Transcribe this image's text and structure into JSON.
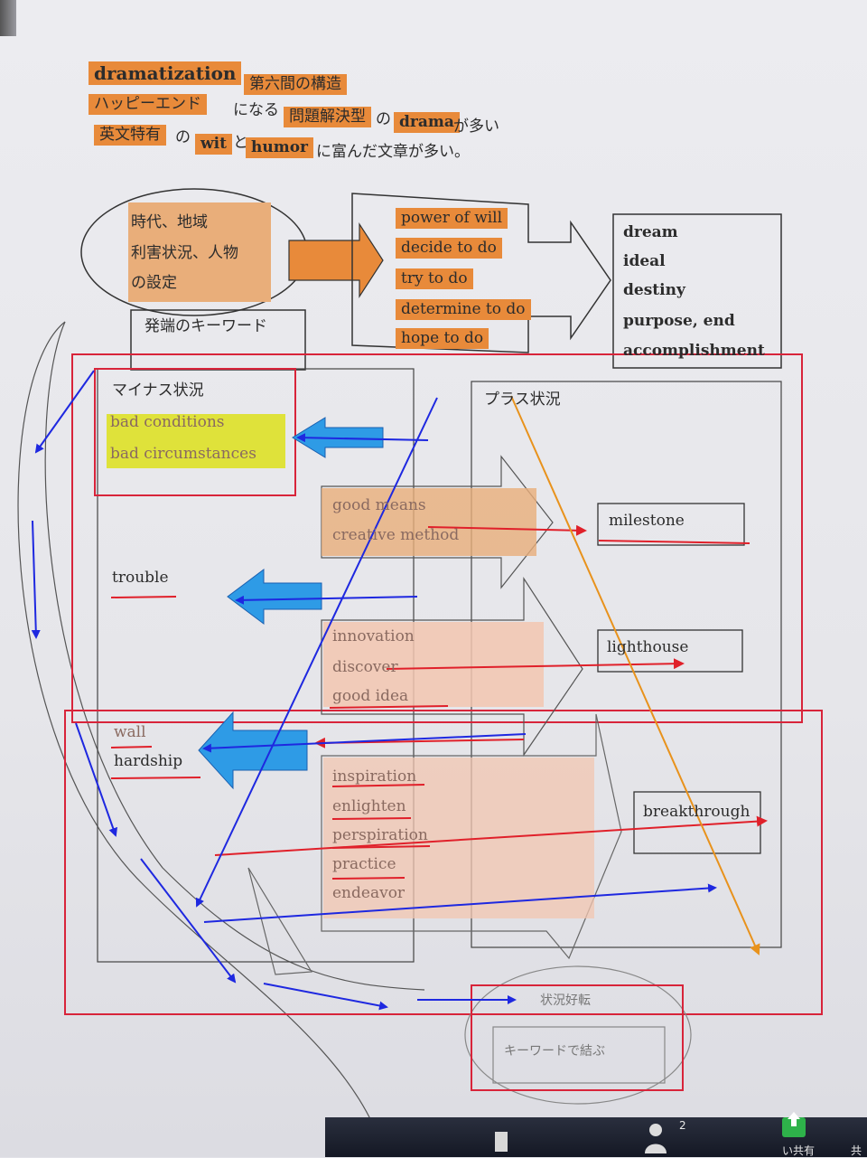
{
  "header": {
    "line1_a": "dramatization",
    "line1_b": "第六間の構造",
    "line2_a": "ハッピーエンド",
    "line2_b": "になる",
    "line2_c": "問題解決型",
    "line2_d": "の",
    "line2_e": "drama",
    "line2_f": "が多い",
    "line3_a": "英文特有",
    "line3_b": "の",
    "line3_c": "wit",
    "line3_d": "と",
    "line3_e": "humor",
    "line3_f": "に富んだ文章が多い。"
  },
  "setting": {
    "line1": "時代、地域",
    "line2": "利害状況、人物",
    "line3": "の設定",
    "keyword_box": "発端のキーワード"
  },
  "will_box": {
    "items": [
      "power of will",
      "decide to do",
      "try to do",
      "determine to do",
      "hope to do"
    ]
  },
  "goal_box": {
    "items": [
      "dream",
      "ideal",
      "destiny",
      "purpose, end",
      "accomplishment"
    ]
  },
  "minus": {
    "title": "マイナス状況",
    "item1": "bad conditions",
    "item2": "bad circumstances",
    "trouble": "trouble",
    "wall": "wall",
    "hardship": "hardship"
  },
  "plus": {
    "title": "プラス状況",
    "milestone": "milestone",
    "lighthouse": "lighthouse",
    "breakthrough": "breakthrough"
  },
  "means": {
    "group1": [
      "good means",
      "creative method"
    ],
    "group2": [
      "innovation",
      "discover",
      "good idea"
    ],
    "group3": [
      "inspiration",
      "enlighten",
      "perspiration",
      "practice",
      "endeavor"
    ]
  },
  "ending": {
    "title": "状況好転",
    "keyword_box": "キーワードで結ぶ"
  },
  "taskbar": {
    "badge": "2",
    "share": "い共有",
    "more": "共"
  },
  "colors": {
    "orange": "#e88a3a",
    "peach": "#e9ae7a",
    "salmon": "#f2c6b0",
    "yellow": "#dfe23a",
    "frame_red": "#d8243a",
    "arrow_blue": "#1e28e0",
    "arrow_red": "#e0202a",
    "arrow_amber": "#e8921c",
    "block_blue": "#2e9be6"
  }
}
